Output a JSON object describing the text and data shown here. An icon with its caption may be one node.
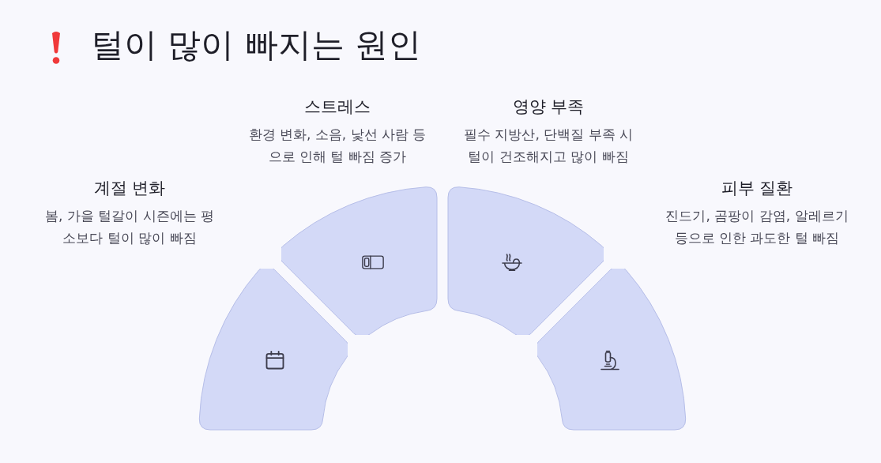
{
  "diagram": {
    "title": "털이 많이 빠지는 원인",
    "nodes": [
      {
        "text": [],
        "shape": "sector",
        "beside": [
          "계절 변화",
          "봄, 가을 털갈이 시즌에는 평소보다 털이 많이 빠짐"
        ]
      },
      {
        "text": [],
        "shape": "sector",
        "beside": [
          "스트레스",
          "환경 변화, 소음, 낯선 사람 등으로 인해 털 빠짐 증가"
        ]
      },
      {
        "text": [],
        "shape": "sector",
        "beside": [
          "영양 부족",
          "필수 지방산, 단백질 부족 시 털이 건조해지고 많이 빠짐"
        ]
      },
      {
        "text": [],
        "shape": "sector",
        "beside": [
          "피부 질환",
          "진드기, 곰팡이 감염, 알레르기 등으로 인한 과도한 털 빠짐"
        ]
      }
    ]
  }
}
